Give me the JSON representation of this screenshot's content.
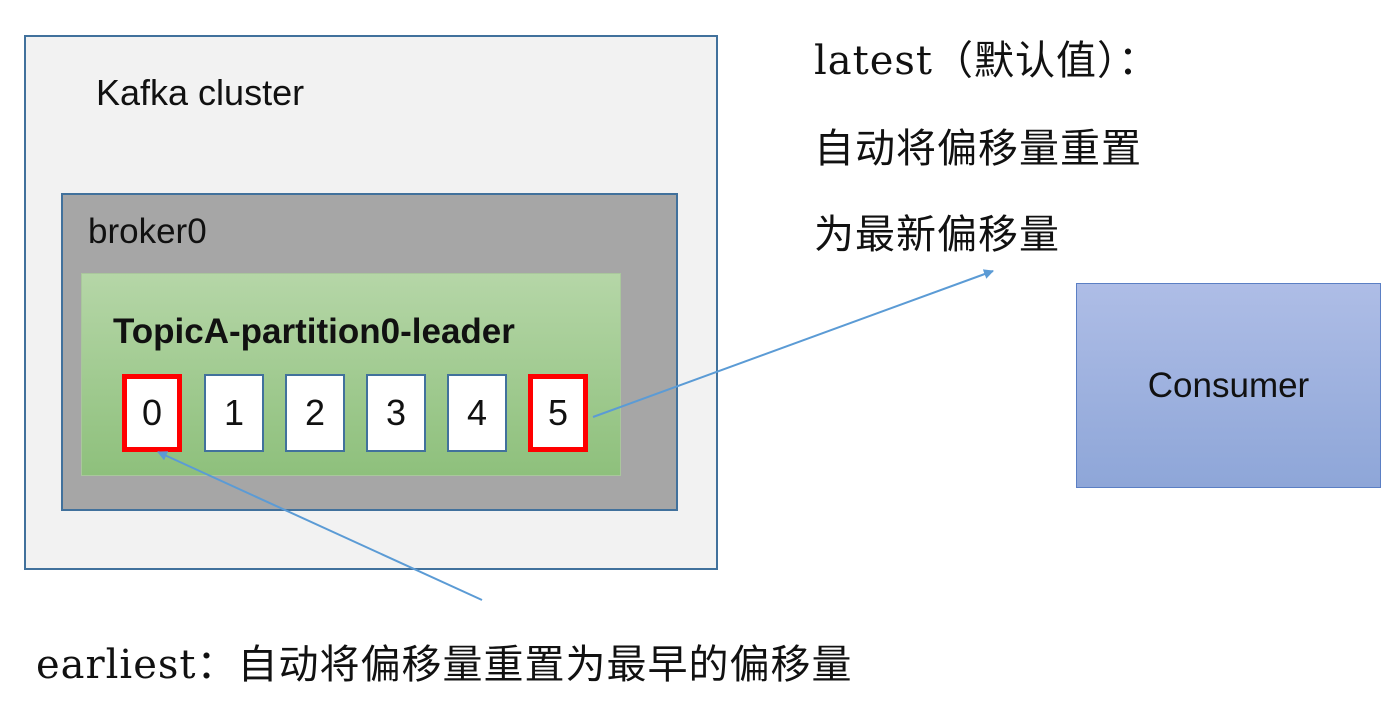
{
  "cluster": {
    "title": "Kafka cluster"
  },
  "broker": {
    "title": "broker0"
  },
  "partition": {
    "title": "TopicA-partition0-leader",
    "offsets": [
      "0",
      "1",
      "2",
      "3",
      "4",
      "5"
    ]
  },
  "consumer": {
    "label": "Consumer"
  },
  "notes": {
    "latest_line1": "latest（默认值）：",
    "latest_line2": "自动将偏移量重置",
    "latest_line3": "为最新偏移量",
    "earliest": "earliest：自动将偏移量重置为最早的偏移量"
  },
  "colors": {
    "highlight": "#ff0000",
    "arrow": "#5b9bd5",
    "box_border": "#41719c"
  }
}
